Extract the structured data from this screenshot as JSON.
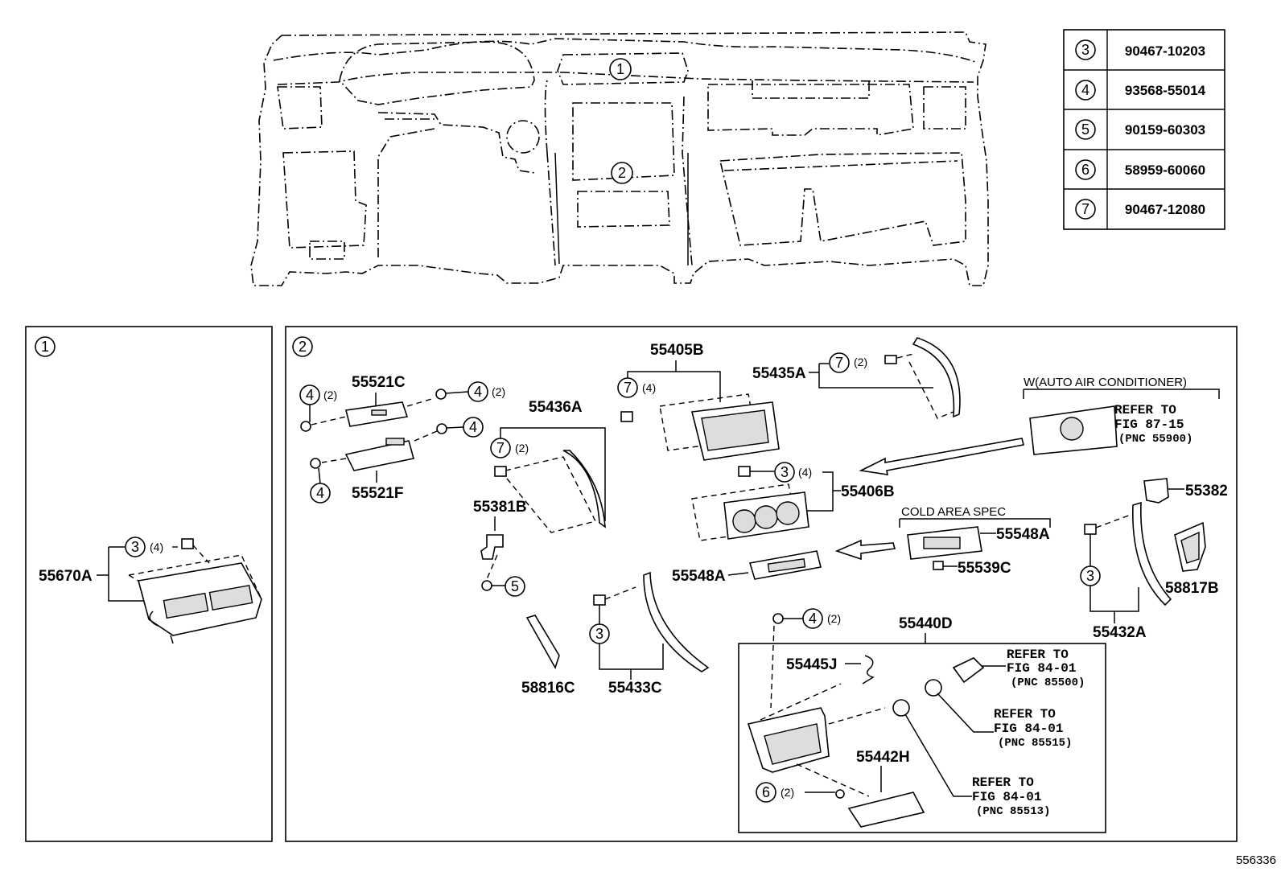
{
  "fastener_table": [
    {
      "key": "3",
      "part_no": "90467-10203"
    },
    {
      "key": "4",
      "part_no": "93568-55014"
    },
    {
      "key": "5",
      "part_no": "90159-60303"
    },
    {
      "key": "6",
      "part_no": "58959-60060"
    },
    {
      "key": "7",
      "part_no": "90467-12080"
    }
  ],
  "overview": {
    "callout_1": "1",
    "callout_2": "2"
  },
  "panel_1": {
    "badge": "1",
    "labels": {
      "p55670A": "55670A"
    },
    "callouts": {
      "c3": "3"
    },
    "qty": {
      "q4": "(4)"
    }
  },
  "panel_2": {
    "badge": "2",
    "labels": {
      "p55521C": "55521C",
      "p55521F": "55521F",
      "p55436A": "55436A",
      "p55381B": "55381B",
      "p58816C": "58816C",
      "p55433C": "55433C",
      "p55405B": "55405B",
      "p55435A": "55435A",
      "p55406B": "55406B",
      "p55548A_a": "55548A",
      "p55548A_b": "55548A",
      "p55539C": "55539C",
      "p55440D": "55440D",
      "p55445J": "55445J",
      "p55442H": "55442H",
      "p55382": "55382",
      "p58817B": "58817B",
      "p55432A": "55432A"
    },
    "callouts": {
      "c4a": "4",
      "c4b": "4",
      "c4c": "4",
      "c4d": "4",
      "c4e": "4",
      "c7a": "7",
      "c7b": "7",
      "c7c": "7",
      "c3a": "3",
      "c3b": "3",
      "c3c": "3",
      "c5": "5",
      "c6": "6"
    },
    "qty": {
      "q4a": "(2)",
      "q4b": "(2)",
      "q7a": "(2)",
      "q7b": "(4)",
      "q7c": "(2)",
      "q3a": "(4)",
      "q4e": "(2)",
      "q6": "(2)"
    },
    "notes": {
      "auto_ac": "W(AUTO AIR CONDITIONER)",
      "cold_area": "COLD AREA SPEC"
    },
    "refer_blocks": [
      {
        "l1": "REFER TO",
        "l2": "FIG 87-15",
        "l3": "(PNC 55900)"
      },
      {
        "l1": "REFER TO",
        "l2": "FIG 84-01",
        "l3": "(PNC 85500)"
      },
      {
        "l1": "REFER TO",
        "l2": "FIG 84-01",
        "l3": "(PNC 85515)"
      },
      {
        "l1": "REFER TO",
        "l2": "FIG 84-01",
        "l3": "(PNC 85513)"
      }
    ]
  },
  "illustration_id": "556336"
}
